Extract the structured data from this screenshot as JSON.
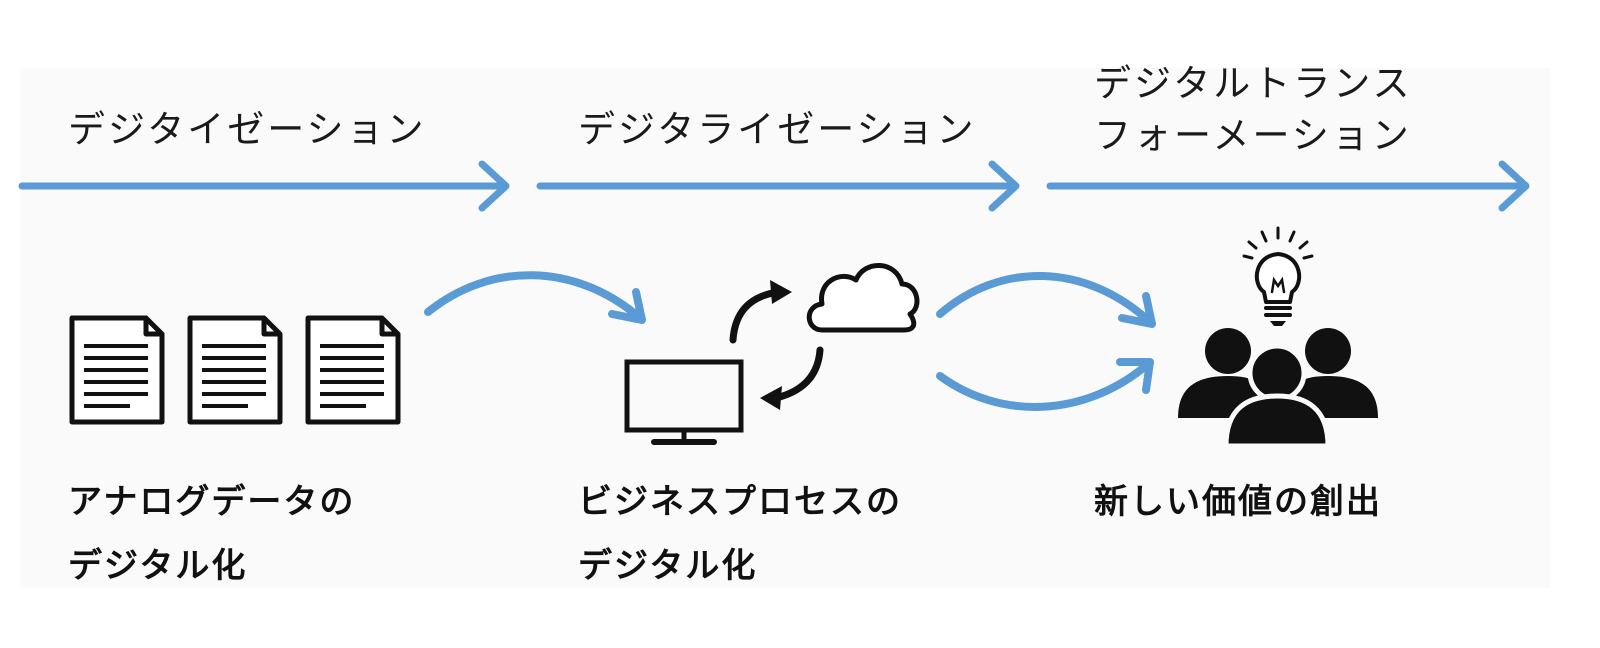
{
  "stages": [
    {
      "label": [
        "デジタイゼーション"
      ]
    },
    {
      "label": [
        "デジタライゼーション"
      ]
    },
    {
      "label": [
        "デジタルトランス",
        "フォーメーション"
      ]
    }
  ],
  "captions": [
    {
      "lines": [
        "アナログデータの",
        "デジタル化"
      ]
    },
    {
      "lines": [
        "ビジネスプロセスの",
        "デジタル化"
      ]
    },
    {
      "lines": [
        "新しい価値の創出"
      ]
    }
  ],
  "colors": {
    "arrow": "#5b9bd5",
    "icon": "#111111",
    "panel": "#fafafa",
    "text": "#111111"
  },
  "icons": [
    "document-icon",
    "document-icon",
    "document-icon",
    "monitor-icon",
    "cloud-icon",
    "sync-arrows-icon",
    "lightbulb-icon",
    "people-group-icon"
  ]
}
